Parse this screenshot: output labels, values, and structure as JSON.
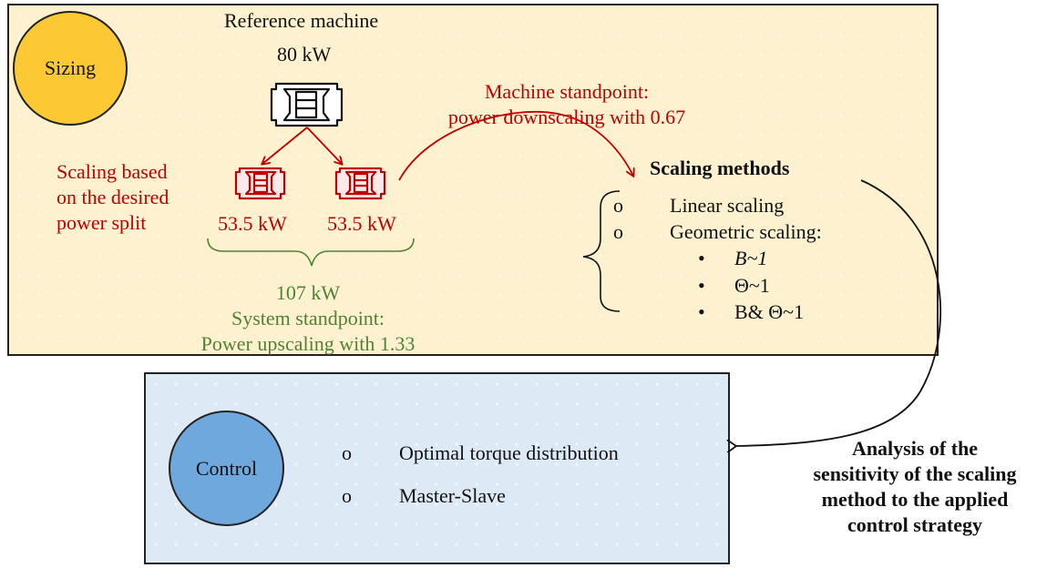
{
  "sizing": {
    "circle_label": "Sizing",
    "reference_title": "Reference machine",
    "reference_power": "80 kW",
    "machine_standpoint_line1": "Machine standpoint:",
    "machine_standpoint_line2": "power downscaling with 0.67",
    "split_line1": "Scaling based",
    "split_line2": "on the desired",
    "split_line3": "power split",
    "motor_left_power": "53.5 kW",
    "motor_right_power": "53.5 kW",
    "total_power": "107 kW",
    "system_standpoint_line1": "System standpoint:",
    "system_standpoint_line2": "Power upscaling with 1.33",
    "methods_title": "Scaling methods",
    "methods": [
      {
        "bullet": "o",
        "label": "Linear scaling"
      },
      {
        "bullet": "o",
        "label": "Geometric scaling:"
      }
    ],
    "sub_methods": [
      {
        "bullet": "•",
        "label": "B~1"
      },
      {
        "bullet": "•",
        "label": "Θ~1"
      },
      {
        "bullet": "•",
        "label": "B& Θ~1"
      }
    ]
  },
  "control": {
    "circle_label": "Control",
    "items": [
      {
        "bullet": "o",
        "label": "Optimal torque distribution"
      },
      {
        "bullet": "o",
        "label": "Master-Slave"
      }
    ]
  },
  "analysis": {
    "line1": "Analysis of the",
    "line2": "sensitivity of the scaling",
    "line3": "method to the applied",
    "line4": "control strategy"
  },
  "colors": {
    "sizing_bg": "#fdf1cf",
    "sizing_circle": "#fcc934",
    "control_bg": "#dde9f5",
    "control_circle": "#6fa8dc",
    "red": "#c00000",
    "green": "#538135"
  },
  "icons": {
    "reference_machine": "electric-motor-icon",
    "split_motors": "electric-motor-icon"
  }
}
